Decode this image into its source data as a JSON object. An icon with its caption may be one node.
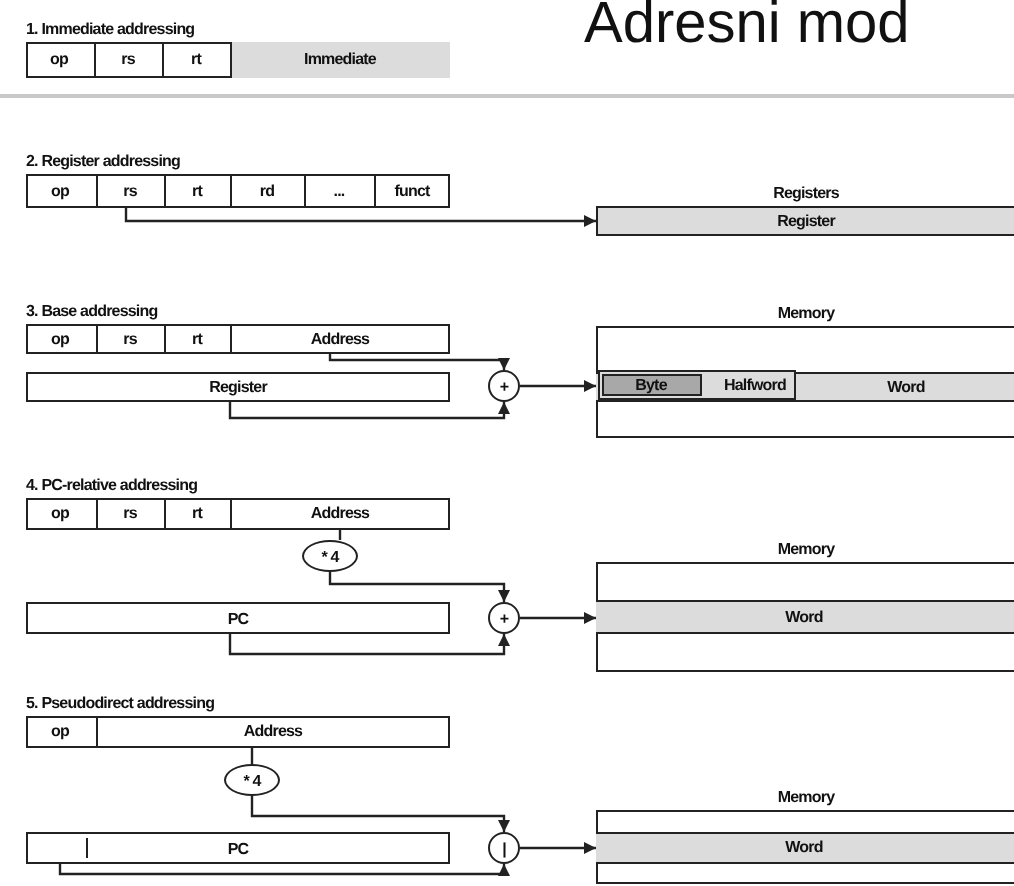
{
  "diagram": {
    "title": "Adresni mod",
    "nodes": [
      {
        "text": [
          "1. Immediate addressing"
        ]
      },
      {
        "text": [
          "op"
        ],
        "in": 0
      },
      {
        "text": [
          "rs"
        ],
        "in": 0
      },
      {
        "text": [
          "rt"
        ],
        "in": 0
      },
      {
        "text": [
          "Immediate"
        ],
        "in": 0
      },
      {
        "text": [
          "2. Register addressing"
        ]
      },
      {
        "text": [
          "op"
        ],
        "in": 5
      },
      {
        "text": [
          "rs"
        ],
        "in": 5
      },
      {
        "text": [
          "rt"
        ],
        "in": 5
      },
      {
        "text": [
          "rd"
        ],
        "in": 5
      },
      {
        "text": [
          "..."
        ],
        "in": 5
      },
      {
        "text": [
          "funct"
        ],
        "in": 5
      },
      {
        "text": [
          "Registers",
          "Register"
        ]
      },
      {
        "text": [
          "3. Base addressing"
        ]
      },
      {
        "text": [
          "op"
        ],
        "in": 13
      },
      {
        "text": [
          "rs"
        ],
        "in": 13
      },
      {
        "text": [
          "rt"
        ],
        "in": 13
      },
      {
        "text": [
          "Address"
        ],
        "in": 13
      },
      {
        "text": [
          "Register"
        ]
      },
      {
        "text": [
          "+"
        ]
      },
      {
        "text": [
          "Memory"
        ]
      },
      {
        "text": [
          "Word"
        ],
        "in": 20
      },
      {
        "text": [
          "Halfword"
        ],
        "in": 21
      },
      {
        "text": [
          "Byte"
        ],
        "in": 22
      },
      {
        "text": [
          "4. PC-relative addressing"
        ]
      },
      {
        "text": [
          "op"
        ],
        "in": 24
      },
      {
        "text": [
          "rs"
        ],
        "in": 24
      },
      {
        "text": [
          "rt"
        ],
        "in": 24
      },
      {
        "text": [
          "Address"
        ],
        "in": 24
      },
      {
        "text": [
          "* 4"
        ]
      },
      {
        "text": [
          "PC"
        ]
      },
      {
        "text": [
          "+"
        ]
      },
      {
        "text": [
          "Memory"
        ]
      },
      {
        "text": [
          "Word"
        ],
        "in": 32
      },
      {
        "text": [
          "5. Pseudodirect addressing"
        ]
      },
      {
        "text": [
          "op"
        ],
        "in": 34
      },
      {
        "text": [
          "Address"
        ],
        "in": 34
      },
      {
        "text": [
          "* 4"
        ]
      },
      {
        "text": [
          "PC"
        ]
      },
      {
        "text": [
          "|"
        ]
      },
      {
        "text": [
          "Memory"
        ]
      },
      {
        "text": [
          "Word"
        ],
        "in": 40
      }
    ],
    "edges": [
      {
        "from": 7,
        "to": 12,
        "arrow": "to"
      },
      {
        "from": 17,
        "to": 19,
        "arrow": "to"
      },
      {
        "from": 18,
        "to": 19,
        "arrow": "to"
      },
      {
        "from": 19,
        "to": 21,
        "arrow": "to"
      },
      {
        "from": 28,
        "to": 29,
        "arrow": "none"
      },
      {
        "from": 29,
        "to": 31,
        "arrow": "to"
      },
      {
        "from": 30,
        "to": 31,
        "arrow": "to"
      },
      {
        "from": 31,
        "to": 33,
        "arrow": "to"
      },
      {
        "from": 36,
        "to": 37,
        "arrow": "none"
      },
      {
        "from": 37,
        "to": 39,
        "arrow": "to"
      },
      {
        "from": 38,
        "to": 39,
        "arrow": "to"
      },
      {
        "from": 39,
        "to": 41,
        "arrow": "to"
      }
    ]
  }
}
